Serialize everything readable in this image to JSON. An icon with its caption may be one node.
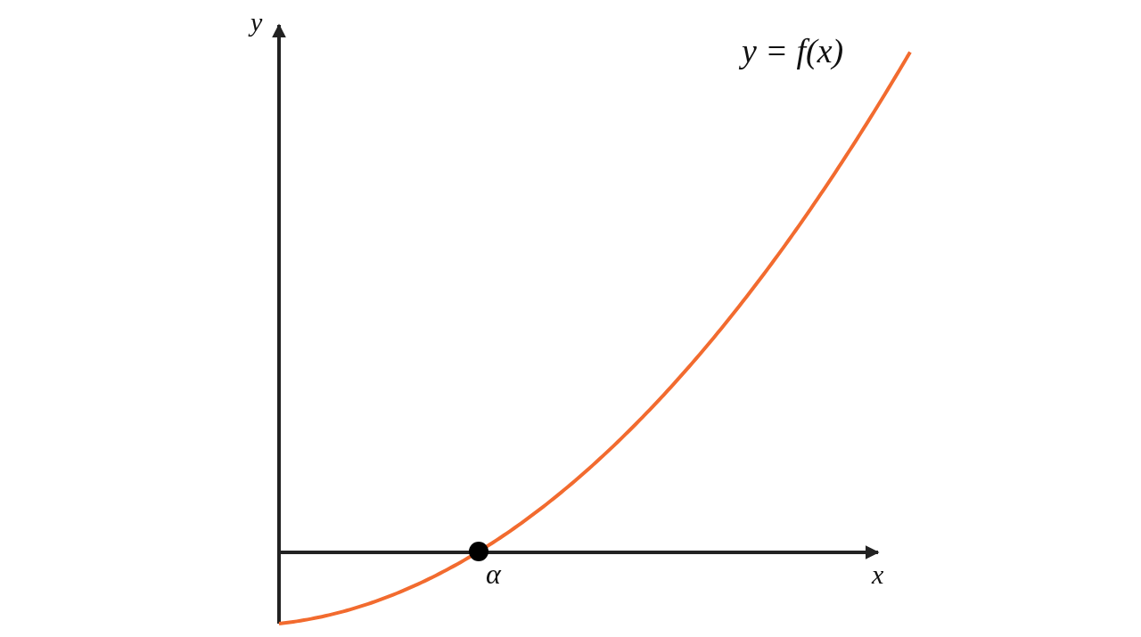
{
  "diagram": {
    "labels": [
      "y",
      "y = f(x)",
      "α",
      "x"
    ]
  }
}
